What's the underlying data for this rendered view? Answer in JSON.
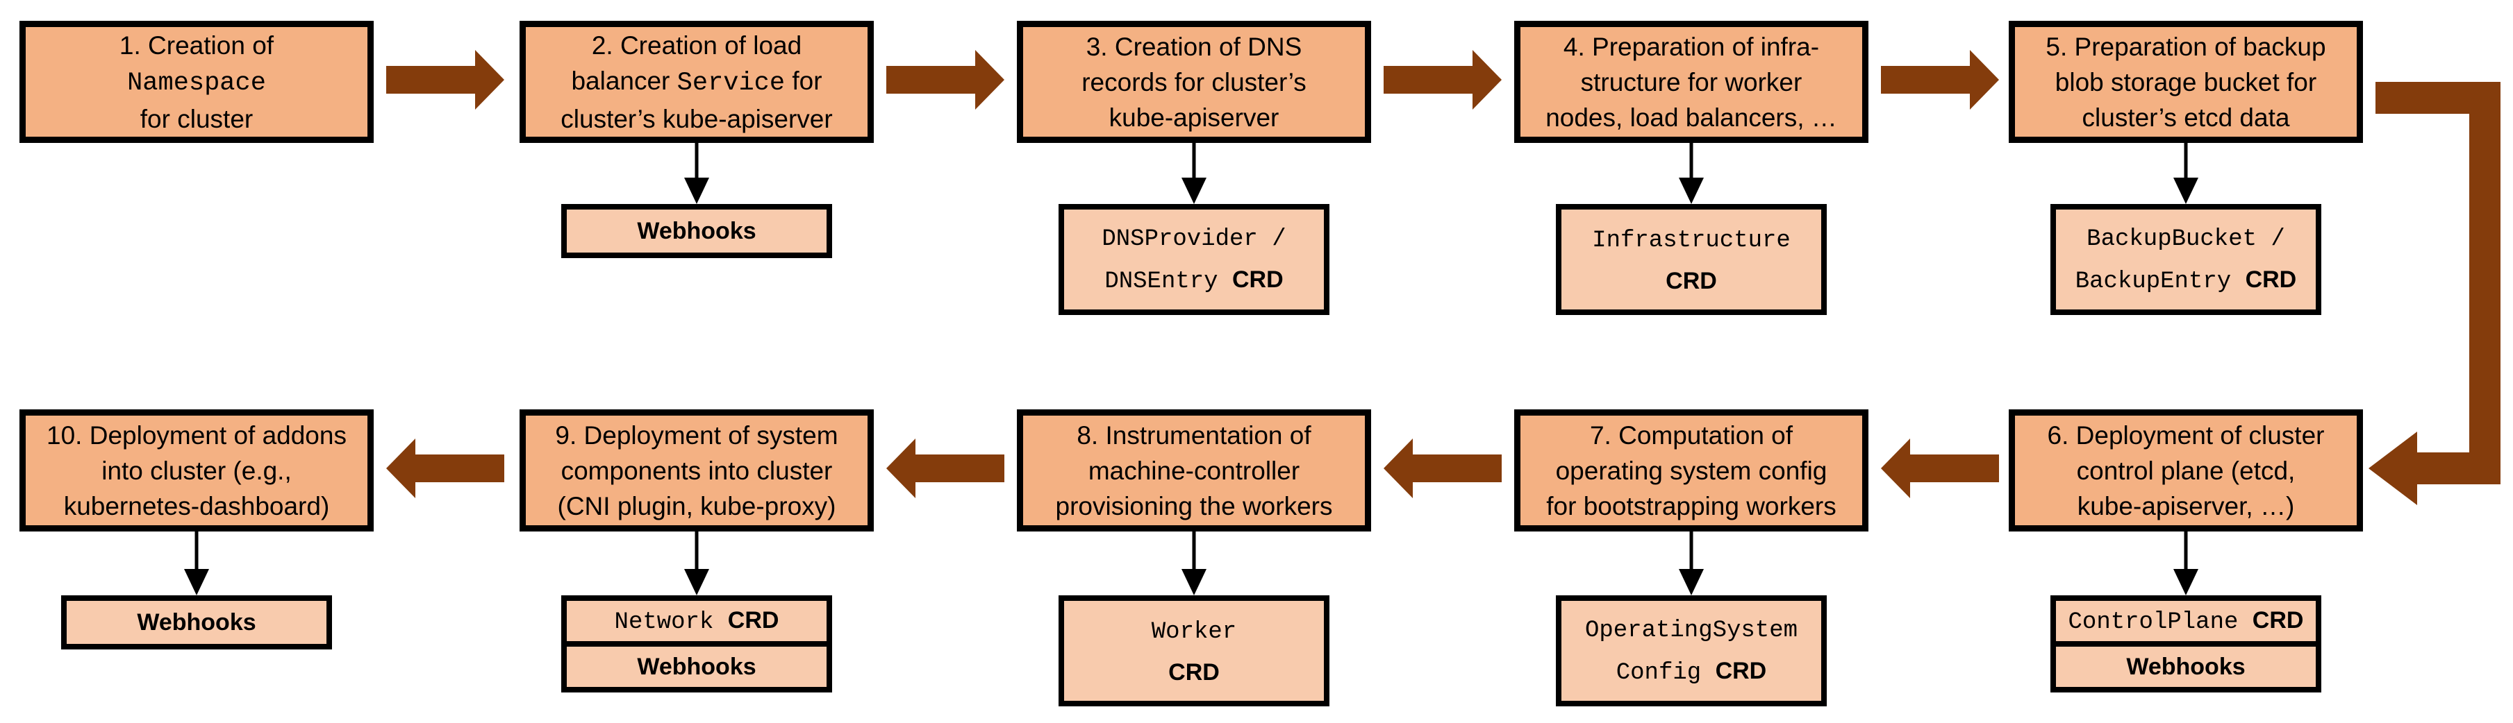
{
  "palette": {
    "main_box_fill": "#F4B183",
    "sub_box_fill": "#F8CBAD",
    "arrow_brown": "#843C0C",
    "border_black": "#000000"
  },
  "steps": [
    {
      "num": 1,
      "row": 0,
      "col": 0,
      "lines": [
        [
          {
            "t": "1. Creation of"
          }
        ],
        [
          {
            "t": "Namespace",
            "mono": true
          }
        ],
        [
          {
            "t": "for cluster"
          }
        ]
      ],
      "sub": []
    },
    {
      "num": 2,
      "row": 0,
      "col": 1,
      "lines": [
        [
          {
            "t": "2. Creation of load"
          }
        ],
        [
          {
            "t": "balancer "
          },
          {
            "t": "Service",
            "mono": true
          },
          {
            "t": " for"
          }
        ],
        [
          {
            "t": "cluster’s kube-apiserver"
          }
        ]
      ],
      "sub": [
        {
          "lines": [
            [
              {
                "t": "Webhooks",
                "bold": true
              }
            ]
          ]
        }
      ]
    },
    {
      "num": 3,
      "row": 0,
      "col": 2,
      "lines": [
        [
          {
            "t": "3. Creation of DNS"
          }
        ],
        [
          {
            "t": "records for cluster’s"
          }
        ],
        [
          {
            "t": "kube-apiserver"
          }
        ]
      ],
      "sub": [
        {
          "lines": [
            [
              {
                "t": "DNSProvider /",
                "mono": true
              }
            ],
            [
              {
                "t": "DNSEntry ",
                "mono": true
              },
              {
                "t": "CRD",
                "bold": true
              }
            ]
          ]
        }
      ]
    },
    {
      "num": 4,
      "row": 0,
      "col": 3,
      "lines": [
        [
          {
            "t": "4. Preparation of infra-"
          }
        ],
        [
          {
            "t": "structure for worker"
          }
        ],
        [
          {
            "t": "nodes, load balancers, …"
          }
        ]
      ],
      "sub": [
        {
          "lines": [
            [
              {
                "t": "Infrastructure",
                "mono": true
              }
            ],
            [
              {
                "t": "CRD",
                "bold": true
              }
            ]
          ]
        }
      ]
    },
    {
      "num": 5,
      "row": 0,
      "col": 4,
      "lines": [
        [
          {
            "t": "5. Preparation of backup"
          }
        ],
        [
          {
            "t": "blob storage bucket for"
          }
        ],
        [
          {
            "t": "cluster’s etcd data"
          }
        ]
      ],
      "sub": [
        {
          "lines": [
            [
              {
                "t": "BackupBucket /",
                "mono": true
              }
            ],
            [
              {
                "t": "BackupEntry ",
                "mono": true
              },
              {
                "t": "CRD",
                "bold": true
              }
            ]
          ]
        }
      ]
    },
    {
      "num": 6,
      "row": 1,
      "col": 4,
      "lines": [
        [
          {
            "t": "6. Deployment of cluster"
          }
        ],
        [
          {
            "t": "control plane (etcd,"
          }
        ],
        [
          {
            "t": "kube-apiserver, …)"
          }
        ]
      ],
      "sub": [
        {
          "lines": [
            [
              {
                "t": "ControlPlane ",
                "mono": true
              },
              {
                "t": "CRD",
                "bold": true
              }
            ]
          ]
        },
        {
          "lines": [
            [
              {
                "t": "Webhooks",
                "bold": true
              }
            ]
          ]
        }
      ]
    },
    {
      "num": 7,
      "row": 1,
      "col": 3,
      "lines": [
        [
          {
            "t": "7. Computation of"
          }
        ],
        [
          {
            "t": "operating system config"
          }
        ],
        [
          {
            "t": "for bootstrapping workers"
          }
        ]
      ],
      "sub": [
        {
          "lines": [
            [
              {
                "t": "OperatingSystem",
                "mono": true
              }
            ],
            [
              {
                "t": "Config ",
                "mono": true
              },
              {
                "t": "CRD",
                "bold": true
              }
            ]
          ]
        }
      ]
    },
    {
      "num": 8,
      "row": 1,
      "col": 2,
      "lines": [
        [
          {
            "t": "8. Instrumentation of"
          }
        ],
        [
          {
            "t": "machine-controller"
          }
        ],
        [
          {
            "t": "provisioning the workers"
          }
        ]
      ],
      "sub": [
        {
          "lines": [
            [
              {
                "t": "Worker",
                "mono": true
              }
            ],
            [
              {
                "t": "CRD",
                "bold": true
              }
            ]
          ]
        }
      ]
    },
    {
      "num": 9,
      "row": 1,
      "col": 1,
      "lines": [
        [
          {
            "t": "9. Deployment of system"
          }
        ],
        [
          {
            "t": "components into cluster"
          }
        ],
        [
          {
            "t": "(CNI plugin, kube-proxy)"
          }
        ]
      ],
      "sub": [
        {
          "lines": [
            [
              {
                "t": "Network ",
                "mono": true
              },
              {
                "t": "CRD",
                "bold": true
              }
            ]
          ]
        },
        {
          "lines": [
            [
              {
                "t": "Webhooks",
                "bold": true
              }
            ]
          ]
        }
      ]
    },
    {
      "num": 10,
      "row": 1,
      "col": 0,
      "lines": [
        [
          {
            "t": "10. Deployment of addons"
          }
        ],
        [
          {
            "t": "into cluster (e.g.,"
          }
        ],
        [
          {
            "t": "kubernetes-dashboard)"
          }
        ]
      ],
      "sub": [
        {
          "lines": [
            [
              {
                "t": "Webhooks",
                "bold": true
              }
            ]
          ]
        }
      ]
    }
  ],
  "flow": {
    "top_row_order": [
      1,
      2,
      3,
      4,
      5
    ],
    "bottom_row_order": [
      6,
      7,
      8,
      9,
      10
    ],
    "wrap_connector": "5-to-6"
  }
}
